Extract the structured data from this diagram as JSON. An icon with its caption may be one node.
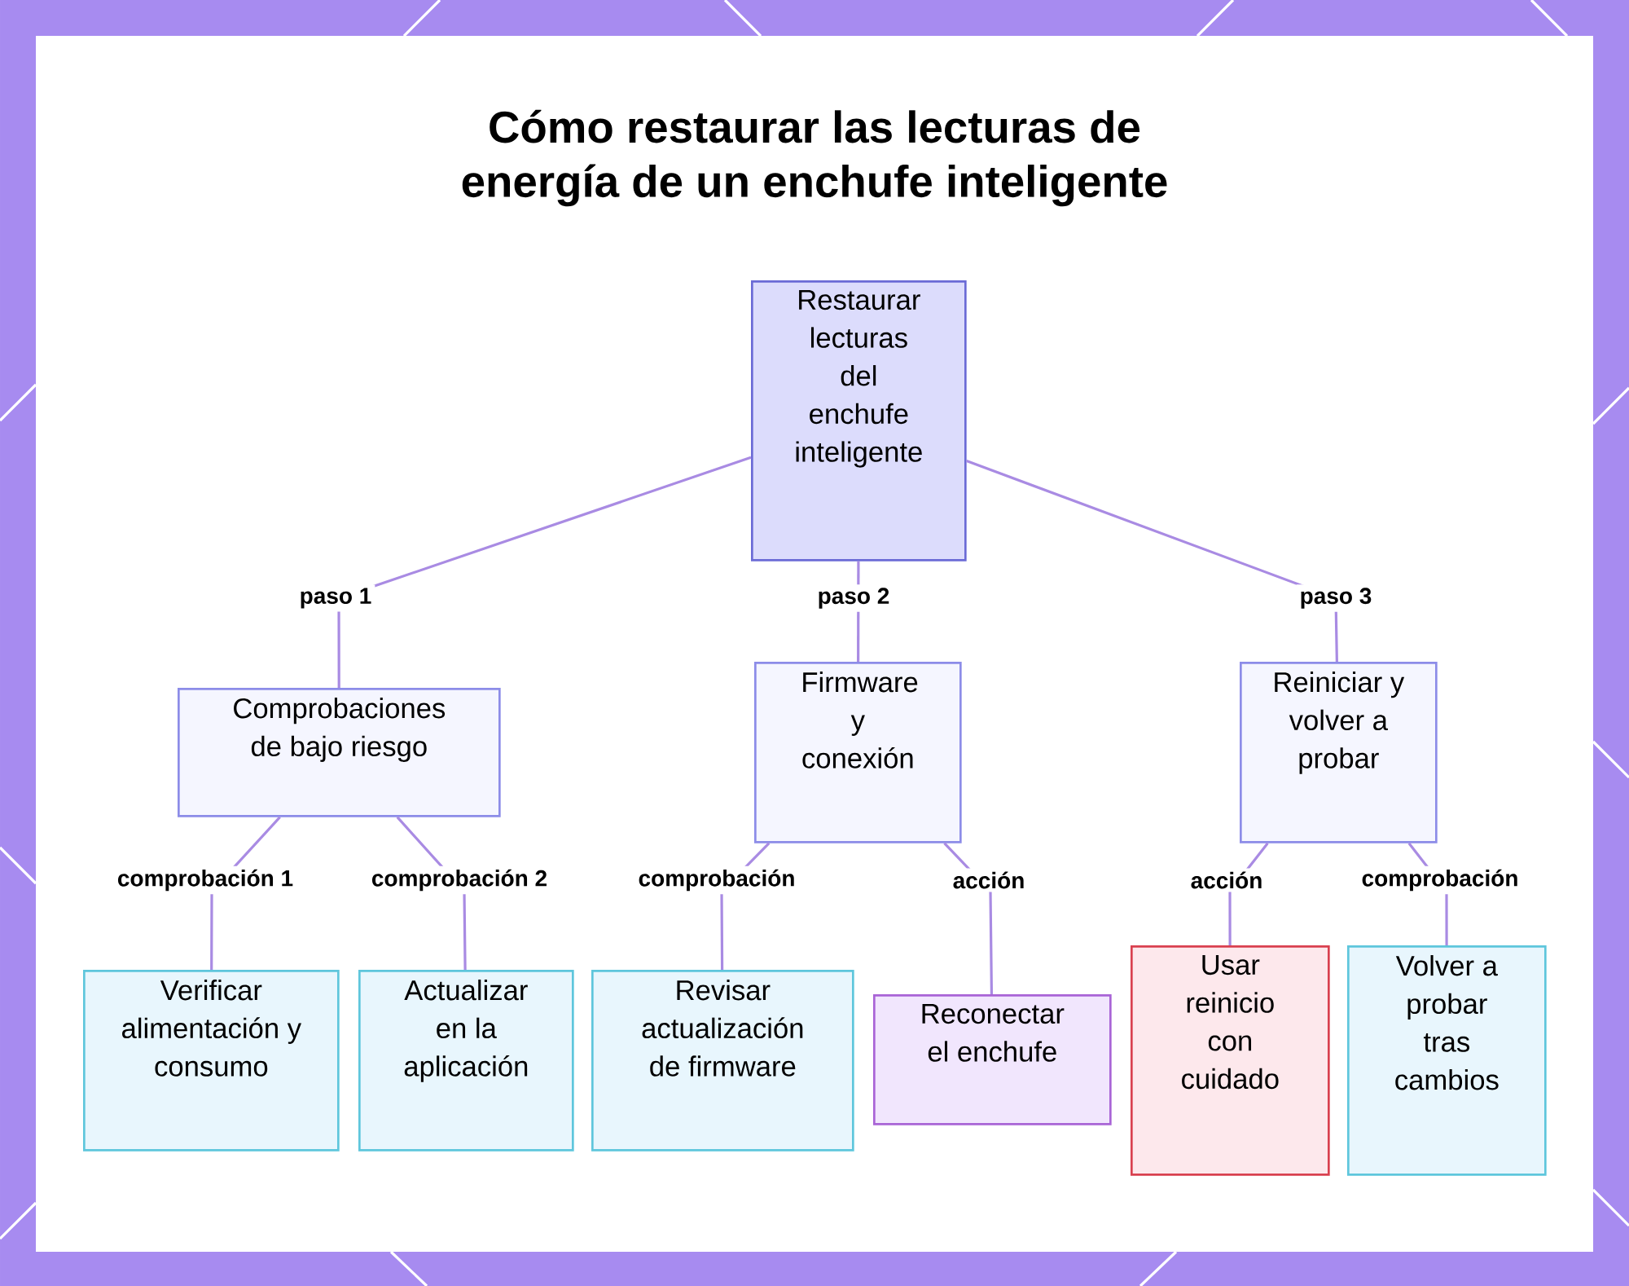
{
  "diagram": {
    "title": "Cómo restaurar las lecturas de energía de un enchufe inteligente",
    "nodes": [
      {
        "text": [
          "Restaurar lecturas del enchufe inteligente"
        ]
      },
      {
        "text": [
          "Comprobaciones de bajo riesgo"
        ]
      },
      {
        "text": [
          "Firmware y conexión"
        ]
      },
      {
        "text": [
          "Reiniciar y volver a probar"
        ]
      },
      {
        "text": [
          "Verificar alimentación y consumo"
        ]
      },
      {
        "text": [
          "Actualizar en la aplicación"
        ]
      },
      {
        "text": [
          "Revisar actualización de firmware"
        ]
      },
      {
        "text": [
          "Reconectar el enchufe"
        ]
      },
      {
        "text": [
          "Usar reinicio con cuidado"
        ]
      },
      {
        "text": [
          "Volver a probar tras cambios"
        ]
      }
    ],
    "edges": [
      {
        "from": 0,
        "to": 1,
        "arrow": "none",
        "label": "paso 1"
      },
      {
        "from": 0,
        "to": 2,
        "arrow": "none",
        "label": "paso 2"
      },
      {
        "from": 0,
        "to": 3,
        "arrow": "none",
        "label": "paso 3"
      },
      {
        "from": 1,
        "to": 4,
        "arrow": "none",
        "label": "comprobación 1"
      },
      {
        "from": 1,
        "to": 5,
        "arrow": "none",
        "label": "comprobación 2"
      },
      {
        "from": 2,
        "to": 6,
        "arrow": "none",
        "label": "comprobación"
      },
      {
        "from": 2,
        "to": 7,
        "arrow": "none",
        "label": "acción"
      },
      {
        "from": 3,
        "to": 8,
        "arrow": "none",
        "label": "acción"
      },
      {
        "from": 3,
        "to": 9,
        "arrow": "none",
        "label": "comprobación"
      }
    ]
  }
}
